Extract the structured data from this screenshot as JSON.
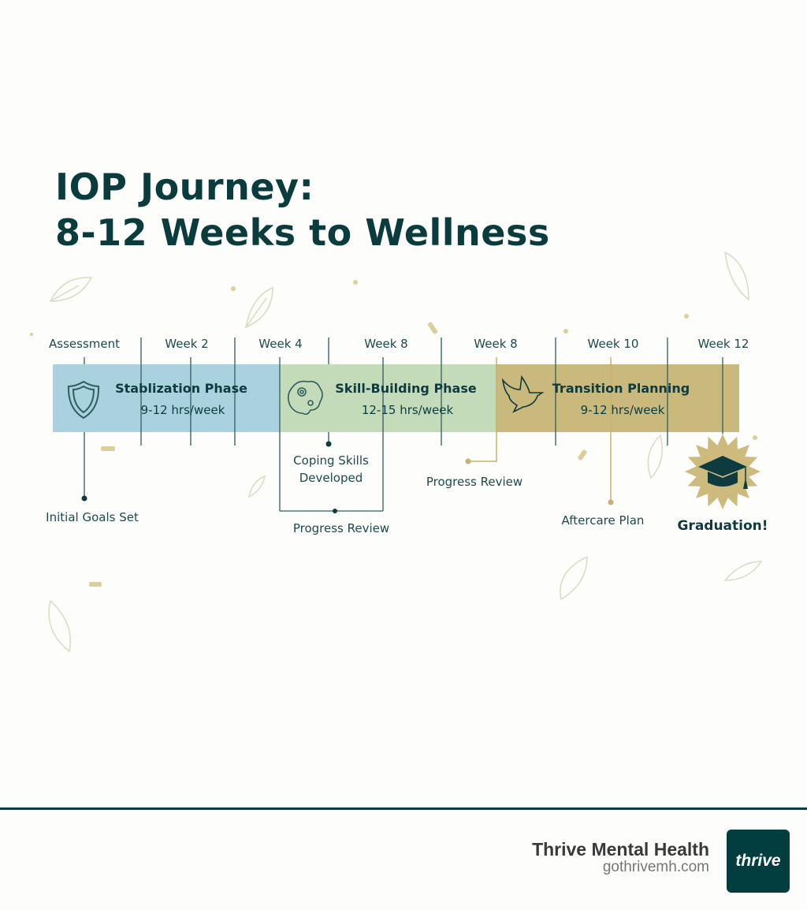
{
  "title": {
    "line1": "IOP Journey:",
    "line2": "8-12 Weeks to Wellness"
  },
  "timeline": {
    "labels": [
      "Assessment",
      "Week 2",
      "Week 4",
      "Week 8",
      "Week 8",
      "Week 10",
      "Week 12"
    ],
    "phases": [
      {
        "title": "Stablization Phase",
        "hours": "9-12 hrs/week",
        "icon": "shield-icon",
        "color": "#a9d2de"
      },
      {
        "title": "Skill-Building Phase",
        "hours": "12-15 hrs/week",
        "icon": "brain-gear-icon",
        "color": "#c4dbb9"
      },
      {
        "title": "Transition Planning",
        "hours": "9-12 hrs/week",
        "icon": "dove-icon",
        "color": "#c9b97c"
      }
    ],
    "milestones": [
      {
        "label": "Initial Goals Set"
      },
      {
        "label1": "Coping Skills",
        "label2": "Developed"
      },
      {
        "label": "Progress Review"
      },
      {
        "label": "Progress Review"
      },
      {
        "label": "Aftercare Plan"
      },
      {
        "label": "Graduation!",
        "icon": "graduation-cap-icon"
      }
    ]
  },
  "footer": {
    "brand": "Thrive Mental Health",
    "url": "gothrivemh.com",
    "logo": "thrive"
  },
  "colors": {
    "primary": "#0d3b3f",
    "gold": "#c9b97c"
  }
}
